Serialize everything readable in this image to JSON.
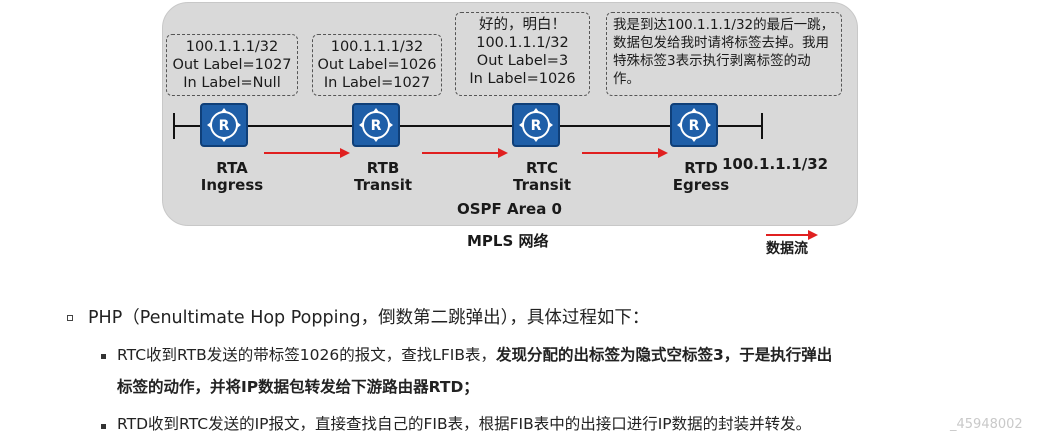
{
  "diagram": {
    "area_label": "OSPF Area 0",
    "network_label": "MPLS 网络",
    "legend_label": "数据流",
    "destination": "100.1.1.1/32",
    "routers": [
      {
        "name": "RTA",
        "role": "Ingress"
      },
      {
        "name": "RTB",
        "role": "Transit"
      },
      {
        "name": "RTC",
        "role": "Transit"
      },
      {
        "name": "RTD",
        "role": "Egress"
      }
    ],
    "boxes": [
      {
        "lines": [
          "100.1.1.1/32",
          "Out Label=1027",
          "In Label=Null"
        ]
      },
      {
        "lines": [
          "100.1.1.1/32",
          "Out Label=1026",
          "In Label=1027"
        ]
      },
      {
        "lines": [
          "好的，明白！",
          "100.1.1.1/32",
          "Out Label=3",
          "In Label=1026"
        ]
      },
      {
        "text": "我是到达100.1.1.1/32的最后一跳，数据包发给我时请将标签去掉。我用特殊标签3表示执行剥离标签的动作。"
      }
    ],
    "colors": {
      "router": "#1f5fa8",
      "arrow": "#e02020",
      "area": "#d9d9d9"
    }
  },
  "text": {
    "heading": "PHP（Penultimate Hop Popping，倒数第二跳弹出），具体过程如下：",
    "b1_normal": "RTC收到RTB发送的带标签1026的报文，查找LFIB表，",
    "b1_bold": "发现分配的出标签为隐式空标签3，于是执行弹出",
    "b1_line2": "标签的动作，并将IP数据包转发给下游路由器RTD；",
    "b2": "RTD收到RTC发送的IP报文，直接查找自己的FIB表，根据FIB表中的出接口进行IP数据的封装并转发。",
    "watermark": "_45948002"
  }
}
